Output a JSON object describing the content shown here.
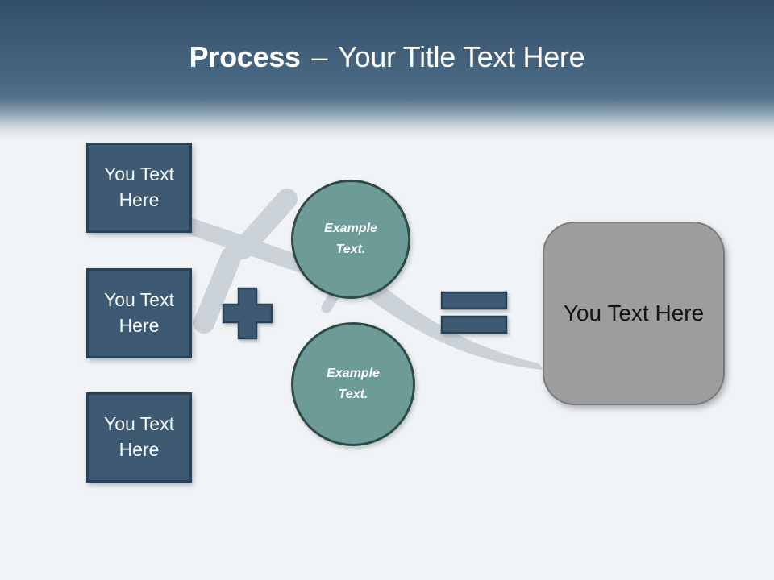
{
  "title": {
    "bold_part": "Process",
    "dash": "–",
    "regular_part": "Your Title Text Here"
  },
  "input_boxes": [
    {
      "label": "You Text Here"
    },
    {
      "label": "You Text Here"
    },
    {
      "label": "You Text Here"
    }
  ],
  "example_circles": [
    {
      "label": "Example Text."
    },
    {
      "label": "Example Text."
    }
  ],
  "result_box": {
    "label": "You Text Here"
  },
  "icons": {
    "plus_operator": "plus-shape",
    "equals_operator": "equals-shape",
    "airplane": "airplane-silhouette",
    "contrail": "takeoff-swoosh-trail"
  },
  "colors": {
    "header_top": "#324e68",
    "header_mid": "#486883",
    "background": "#f1f4f6",
    "box_fill": "#3d5a72",
    "box_border": "#26425b",
    "circle_fill": "#6d9c98",
    "circle_border": "#2e4b46",
    "result_fill": "#9d9d9d",
    "result_border": "#7b7b7b",
    "airplane_gray": "#cbd2d8",
    "title_text": "#ffffff",
    "result_text": "#141414"
  }
}
